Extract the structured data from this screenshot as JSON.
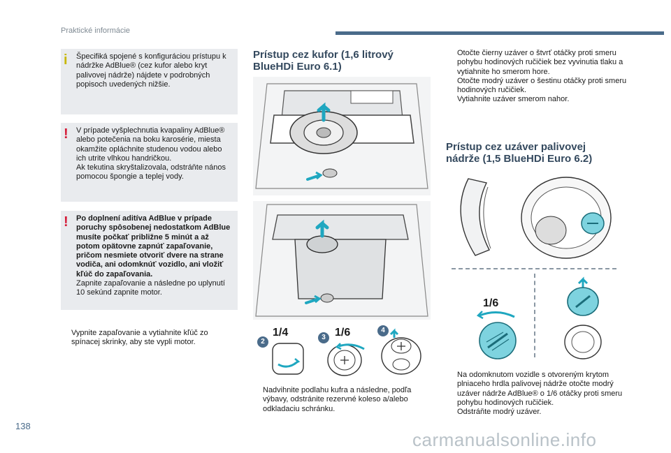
{
  "header": {
    "section_title": "Praktické informácie"
  },
  "page_number": "138",
  "left_column": {
    "info_note": "Špecifiká spojené s konfiguráciou prístupu k nádržke AdBlue® (cez kufor alebo kryt palivovej nádrže) nájdete v podrobných popisoch uvedených nižšie.",
    "warning_1": {
      "lines": [
        "V prípade vyšplechnutia kvapaliny AdBlue® alebo potečenia na boku karosérie, miesta okamžite opláchnite studenou vodou alebo ich utrite vlhkou handričkou.",
        "Ak tekutina skryštalizovala, odstráňte nános pomocou špongie a teplej vody."
      ]
    },
    "warning_2": {
      "bold_text": "Po doplnení aditíva AdBlue v prípade poruchy spôsobenej nedostatkom AdBlue musíte počkať približne 5 minút a až potom opätovne zapnúť zapaľovanie, pričom nesmiete otvoriť dvere na strane vodiča, ani odomknúť vozidlo, ani vložiť kľúč do zapaľovania.",
      "normal_text": "Zapnite zapaľovanie a následne po uplynutí 10 sekúnd zapnite motor."
    },
    "bullet": "Vypnite zapaľovanie a vytiahnite kľúč zo spínacej skrinky, aby ste vypli motor."
  },
  "middle_column": {
    "heading": "Prístup cez kufor (1,6 litrový BlueHDi Euro 6.1)",
    "steps": [
      {
        "num": "2",
        "label": "1/4"
      },
      {
        "num": "3",
        "label": "1/6"
      },
      {
        "num": "4",
        "label": ""
      }
    ],
    "bullet": "Nadvihnite podlahu kufra a následne, podľa výbavy, odstránite rezervné koleso a/alebo odkladaciu schránku."
  },
  "right_column": {
    "bullets_top": [
      "Otočte čierny uzáver o štvrť otáčky proti smeru pohybu hodinových ručičiek bez vyvinutia tlaku a vytiahnite ho smerom hore.",
      "Otočte modrý uzáver o šestinu otáčky proti smeru hodinových ručičiek.",
      "Vytiahnite uzáver smerom nahor."
    ],
    "heading": "Prístup cez uzáver palivovej nádrže (1,5 BlueHDi Euro 6.2)",
    "fraction_label": "1/6",
    "bullets_bottom": [
      "Na odomknutom vozidle s otvoreným krytom plniaceho hrdla palivovej nádrže otočte modrý uzáver nádrže AdBlue® o 1/6 otáčky proti smeru pohybu hodinových ručičiek.",
      "Odstráňte modrý uzáver."
    ]
  },
  "bullet_symbol": "",
  "watermark": "carmanualsonline.info",
  "colors": {
    "accent": "#4a6b8a",
    "warning": "#d51d3a",
    "info": "#c8b800",
    "adblue": "#7ed3df",
    "arrow": "#1fa7c0"
  }
}
